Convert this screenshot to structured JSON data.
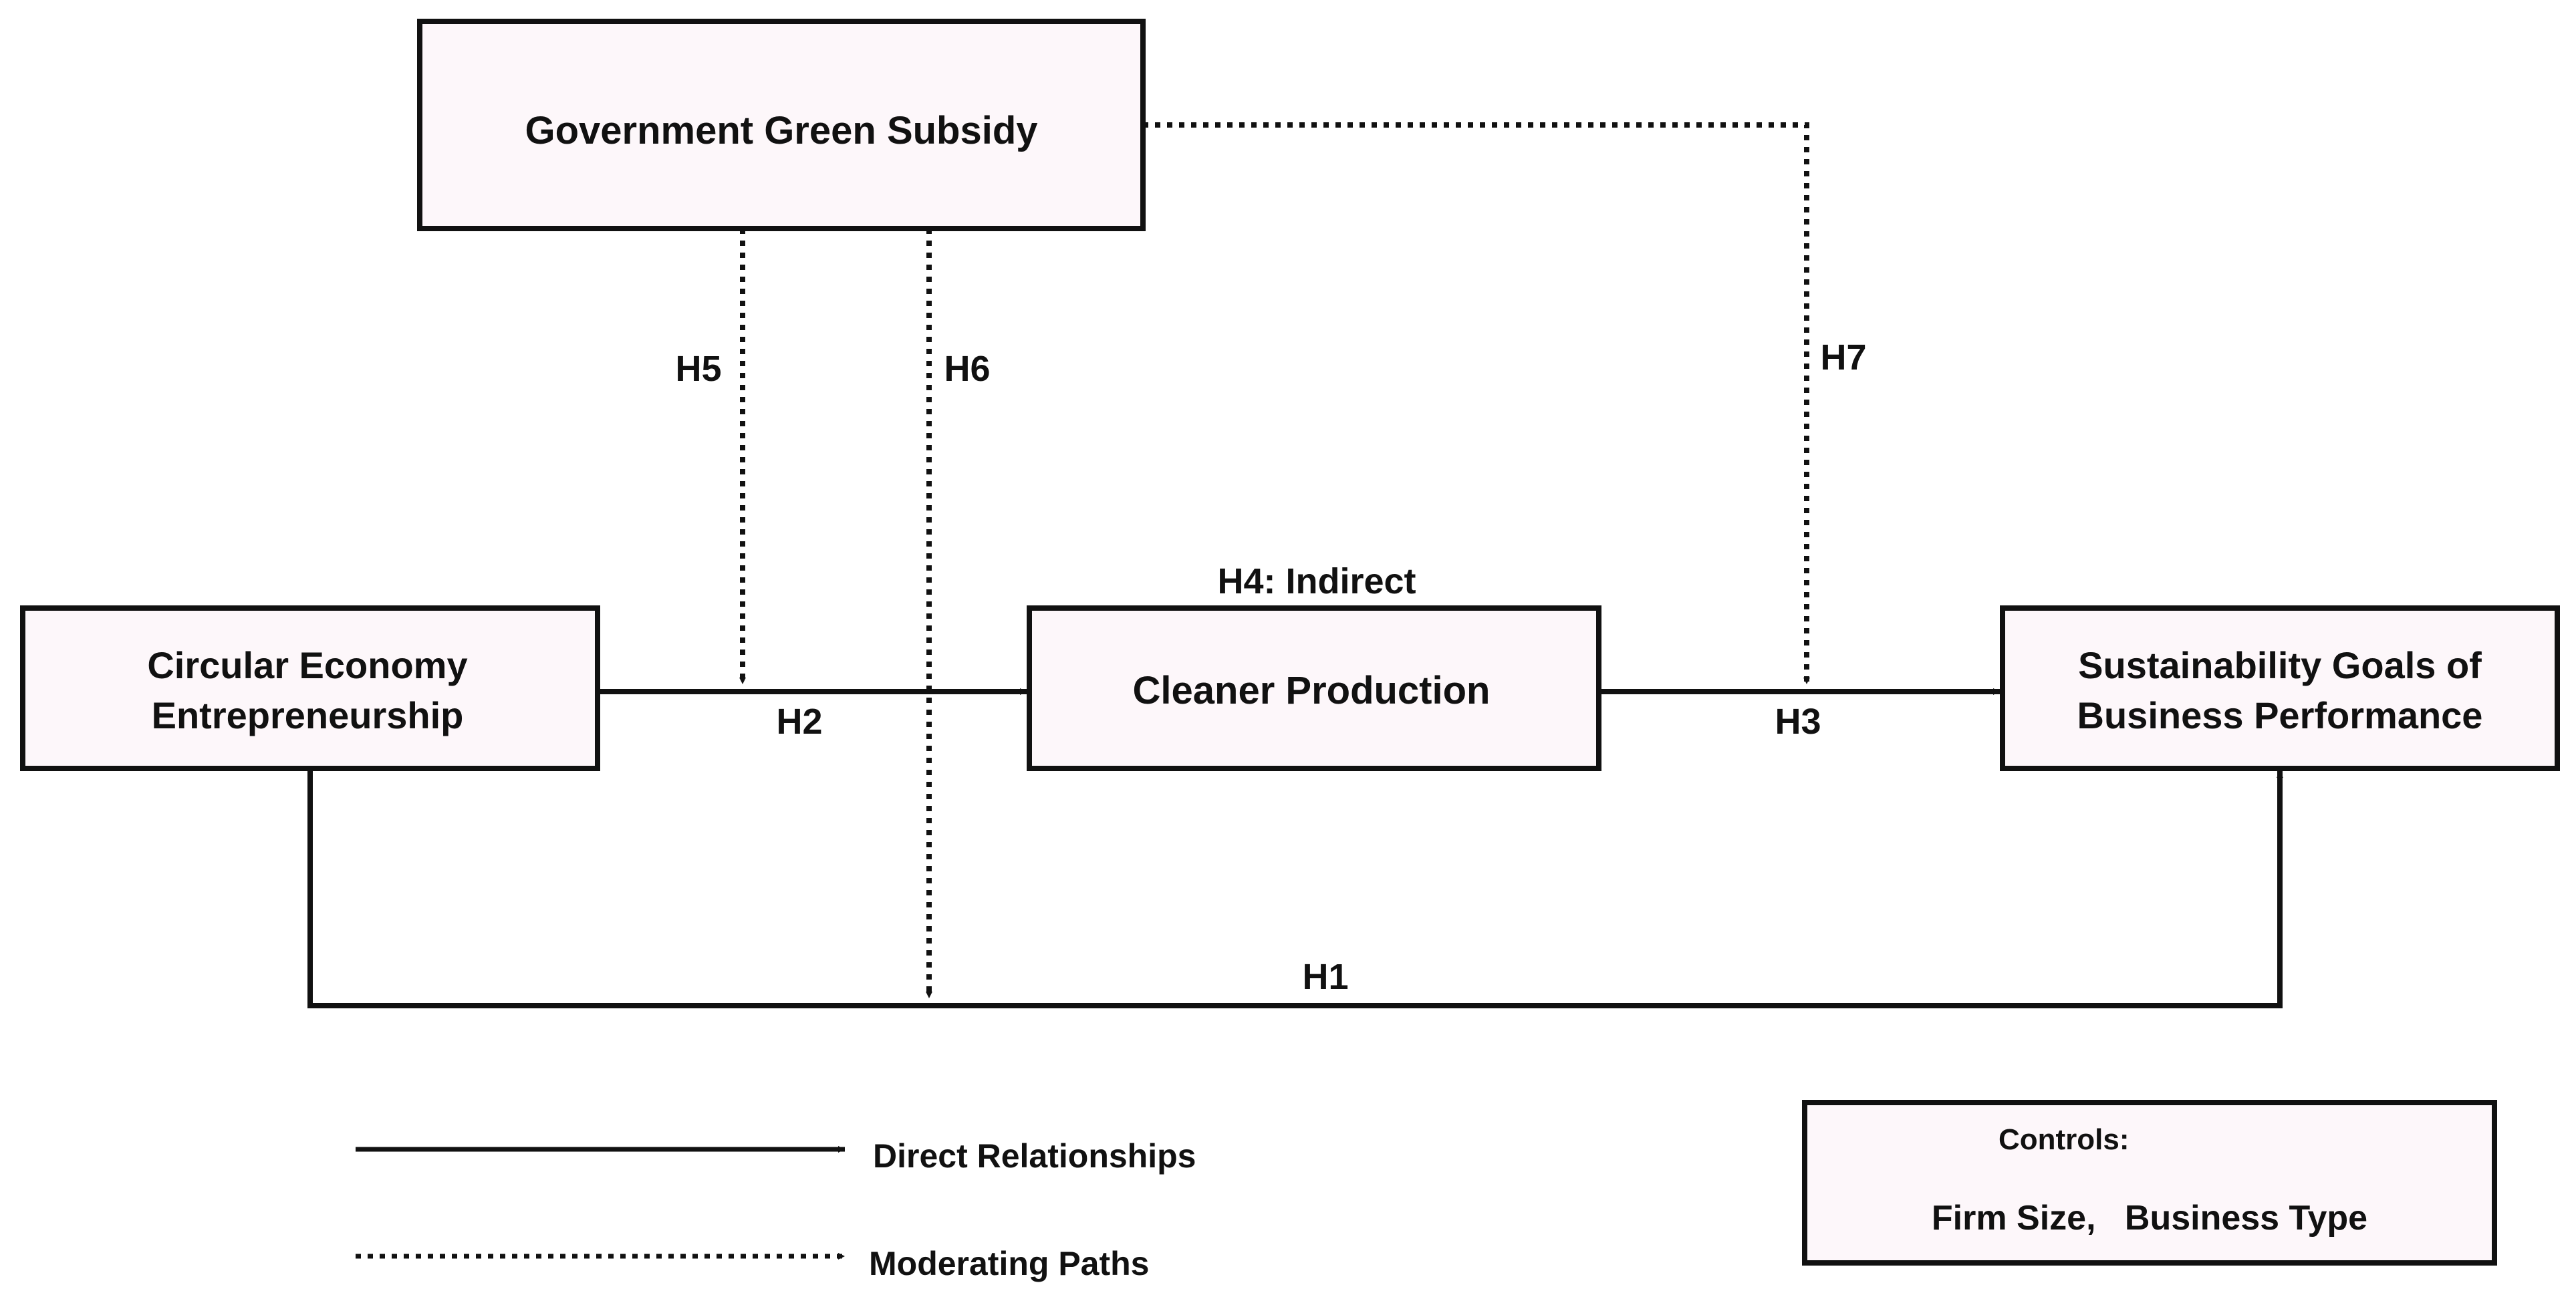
{
  "nodes": {
    "government_green_subsidy": "Government Green Subsidy",
    "circular_economy": [
      "Circular Economy",
      "Entrepreneurship"
    ],
    "cleaner_production": "Cleaner Production",
    "sustainability_goals": [
      "Sustainability Goals of",
      "Business Performance"
    ]
  },
  "paths": {
    "h1": "H1",
    "h2": "H2",
    "h3": "H3",
    "h4": "H4: Indirect",
    "h5": "H5",
    "h6": "H6",
    "h7": "H7"
  },
  "legend": {
    "direct": "Direct Relationships",
    "moderating": "Moderating Paths"
  },
  "controls": {
    "title": "Controls:",
    "items": "Firm Size,   Business Type"
  },
  "colors": {
    "line": "#111111",
    "box_fill": "#fdf7fa",
    "box_stroke": "#111111"
  }
}
